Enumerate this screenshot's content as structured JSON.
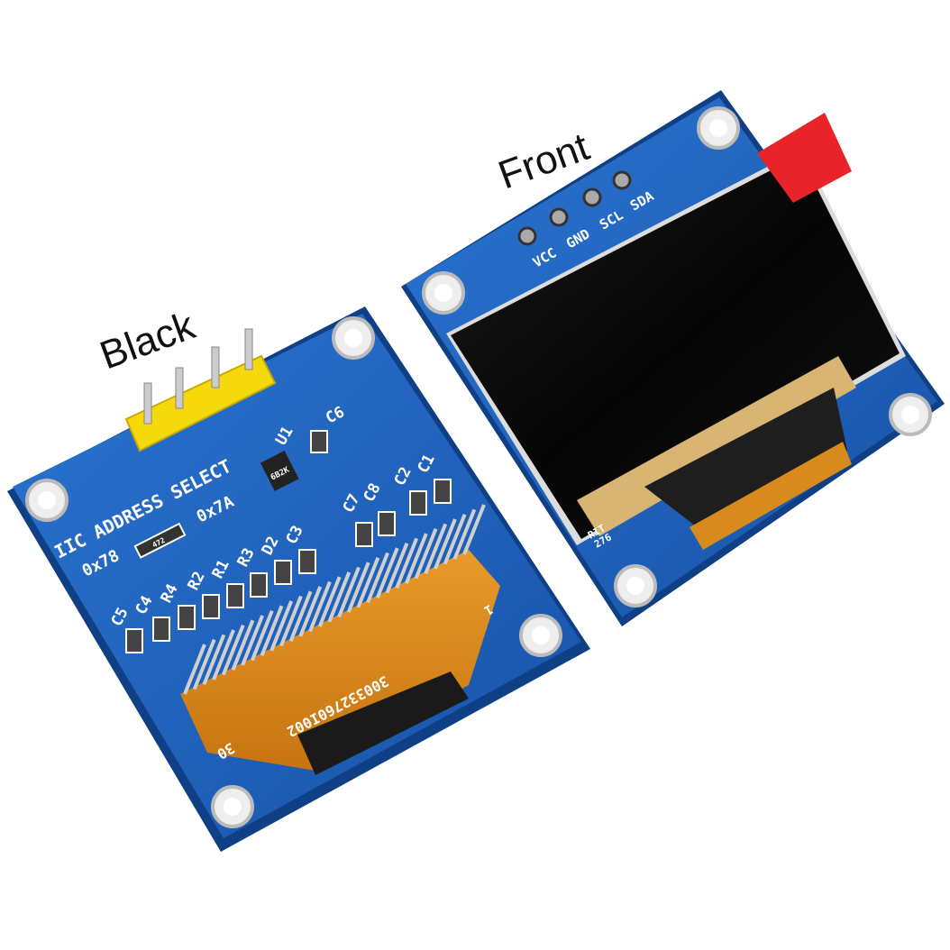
{
  "callouts": {
    "back_label": "Black",
    "front_label": "Front"
  },
  "back_board": {
    "silkscreen": {
      "address_select": "IIC ADDRESS SELECT",
      "addr_left": "0x78",
      "addr_right": "0x7A",
      "u1": "U1",
      "c6": "C6",
      "c7": "C7",
      "c8": "C8",
      "c2": "C2",
      "c1": "C1",
      "c3": "C3",
      "d2": "D2",
      "r3": "R3",
      "r1": "R1",
      "r2": "R2",
      "r4": "R4",
      "c4": "C4",
      "c5": "C5",
      "resistor_code": "472",
      "ic_code": "6B2K"
    },
    "flex_cable": {
      "serial": "300332760I002",
      "pin_first": "30",
      "pin_last": "1"
    }
  },
  "front_board": {
    "pins": [
      "VCC",
      "GND",
      "SCL",
      "SDA"
    ],
    "panel_code": [
      "RIT",
      "276"
    ]
  },
  "colors": {
    "pcb_blue": "#1f5fb8",
    "flex_orange": "#d98a1c",
    "header_yellow": "#f5d90a",
    "film_tab_red": "#e8232a",
    "screen_black": "#070707"
  }
}
